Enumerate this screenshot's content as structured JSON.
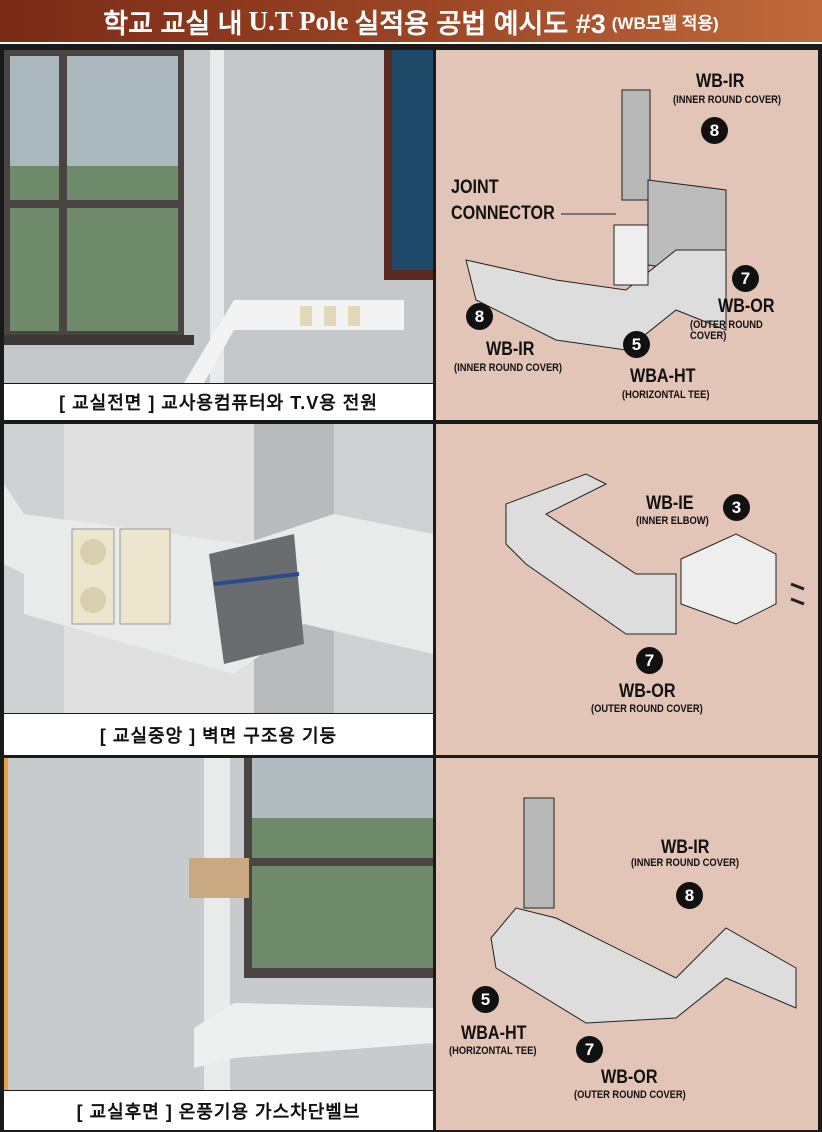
{
  "header": {
    "title_ko1": "학교 교실 내",
    "title_en": "U.T Pole",
    "title_ko2": "실적용 공법 예시도 #3",
    "subtitle": "(WB모델 적용)"
  },
  "panels": [
    {
      "caption": "[ 교실전면 ]  교사용컴퓨터와 T.V용 전원",
      "labels": {
        "wbir_top": "WB-IR",
        "wbir_top_sub": "(INNER ROUND COVER)",
        "n8a": "8",
        "joint1": "JOINT",
        "joint2": "CONNECTOR",
        "n7": "7",
        "wbor": "WB-OR",
        "wbor_sub": "(OUTER ROUND COVER)",
        "n8b": "8",
        "wbir": "WB-IR",
        "wbir_sub": "(INNER ROUND COVER)",
        "n5": "5",
        "wbaht": "WBA-HT",
        "wbaht_sub": "(HORIZONTAL TEE)"
      }
    },
    {
      "caption": "[ 교실중앙 ]  벽면 구조용 기둥",
      "labels": {
        "wbie": "WB-IE",
        "wbie_sub": "(INNER ELBOW)",
        "n3": "3",
        "n7": "7",
        "wbor": "WB-OR",
        "wbor_sub": "(OUTER ROUND COVER)"
      }
    },
    {
      "caption": "[ 교실후면 ]  온풍기용 가스차단벨브",
      "labels": {
        "wbir": "WB-IR",
        "wbir_sub": "(INNER ROUND COVER)",
        "n8": "8",
        "n5": "5",
        "wbaht": "WBA-HT",
        "wbaht_sub": "(HORIZONTAL TEE)",
        "n7": "7",
        "wbor": "WB-OR",
        "wbor_sub": "(OUTER ROUND COVER)"
      }
    }
  ]
}
